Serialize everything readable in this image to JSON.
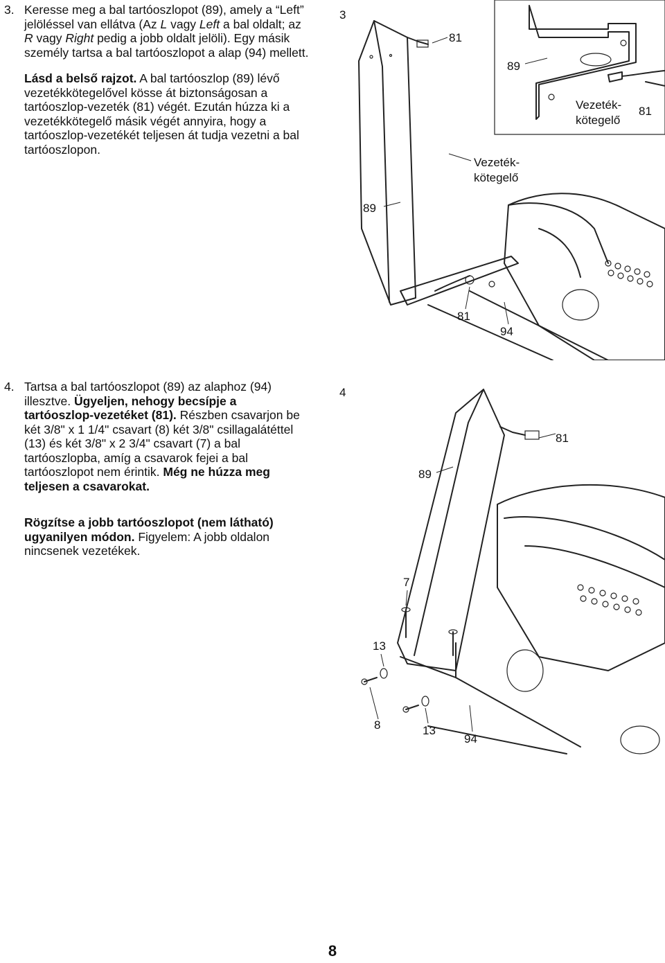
{
  "step3": {
    "number": "3.",
    "p1_a": "Keresse meg a bal tartóoszlopot (89), amely a “Left” jelöléssel van ellátva (Az ",
    "p1_L": "L",
    "p1_b": " vagy ",
    "p1_Left": "Left",
    "p1_c": " a bal oldalt; az ",
    "p1_R": "R",
    "p1_d": " vagy ",
    "p1_Right": "Right",
    "p1_e": " pedig a jobb oldalt jelöli). Egy másik személy tartsa a bal tartóoszlopot a alap (94) mellett.",
    "p2_bold": "Lásd a belső rajzot.",
    "p2_text": " A bal tartóoszlop (89) lévő vezetékkötegelővel kösse át biztonságosan a tartóoszlop-vezeték (81) végét. Ezután húzza ki a vezetékkötegelő másik végét annyira, hogy a tartóoszlop-vezetékét teljesen át tudja vezetni a bal tartóoszlopon."
  },
  "step4": {
    "number": "4.",
    "p1_a": "Tartsa a bal tartóoszlopot (89) az alaphoz (94) illesztve. ",
    "p1_bold1": "Ügyeljen, nehogy becsípje a tartóoszlop-vezetéket (81).",
    "p1_b": " Részben csavarjon be két 3/8\" x 1 1/4\" csavart (8) két 3/8\" csillagalátéttel (13) és két 3/8\" x 2 3/4\" csavart (7) a bal tartóoszlopba, amíg a csavarok fejei a bal tartóoszlopot nem érintik. ",
    "p1_bold2": "Még ne húzza meg teljesen a csavarokat.",
    "p2_bold": "Rögzítse a jobb tartóoszlopot (nem látható) ugyanilyen módon.",
    "p2_text": " Figyelem: A jobb oldalon nincsenek vezetékek."
  },
  "figure3": {
    "number": "3",
    "inset_81": "81",
    "inset_89": "89",
    "inset_tie_line1": "Vezeték-",
    "inset_tie_line2": "kötegelő",
    "inset_81b": "81",
    "tie_line1": "Vezeték-",
    "tie_line2": "kötegelő",
    "lbl_89": "89",
    "lbl_81": "81",
    "lbl_94": "94"
  },
  "figure4": {
    "number": "4",
    "lbl_81": "81",
    "lbl_89": "89",
    "lbl_7": "7",
    "lbl_13a": "13",
    "lbl_8": "8",
    "lbl_13b": "13",
    "lbl_94": "94"
  },
  "page_number": "8"
}
